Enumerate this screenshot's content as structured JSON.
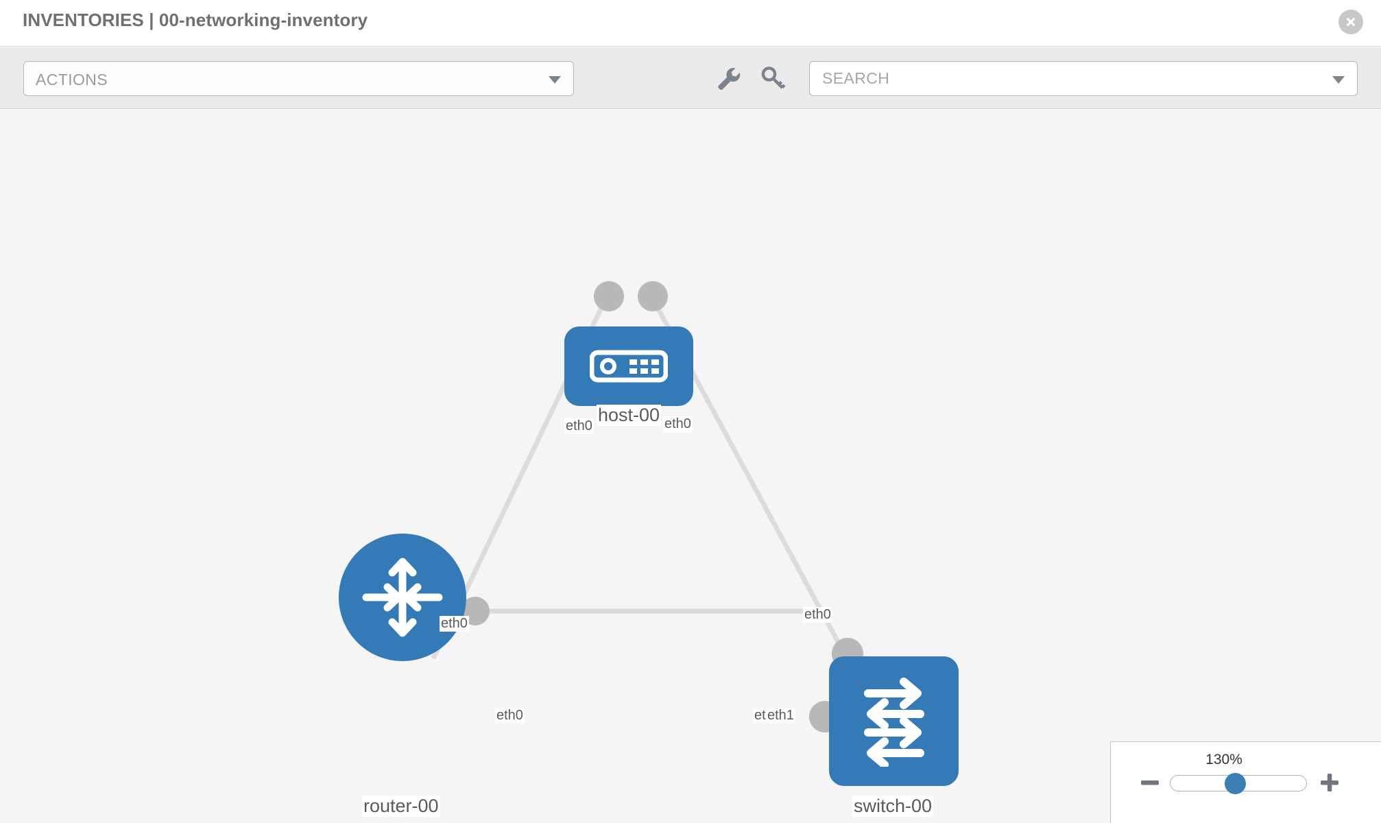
{
  "header": {
    "title": "INVENTORIES | 00-networking-inventory",
    "close_icon": "close-circle-icon"
  },
  "toolbar": {
    "actions": {
      "label": "ACTIONS",
      "caret_icon": "chevron-down-icon"
    },
    "wrench_icon": "wrench-icon",
    "key_icon": "key-icon",
    "search": {
      "value": "",
      "placeholder": "SEARCH",
      "caret_icon": "chevron-down-icon"
    }
  },
  "topology": {
    "nodes": [
      {
        "id": "host-00",
        "label": "host-00",
        "type": "host",
        "icon": "server-icon"
      },
      {
        "id": "router-00",
        "label": "router-00",
        "type": "router",
        "icon": "router-arrows-icon"
      },
      {
        "id": "switch-00",
        "label": "switch-00",
        "type": "switch",
        "icon": "switch-arrows-icon"
      }
    ],
    "interface_labels": {
      "host_left": "eth0",
      "host_right": "eth0",
      "router_up": "eth0",
      "switch_up": "eth0",
      "router_right": "eth0",
      "switch_left_hidden": "eth0",
      "switch_left": "eth1"
    }
  },
  "zoom_control": {
    "value": "130%",
    "minus_icon": "minus-icon",
    "plus_icon": "plus-icon"
  },
  "colors": {
    "node_blue": "#337ab7",
    "port_gray": "#b8b8b8",
    "link_gray": "#dcdcdc",
    "canvas_bg": "#f5f5f5",
    "toolbar_bg": "#ebebeb"
  }
}
